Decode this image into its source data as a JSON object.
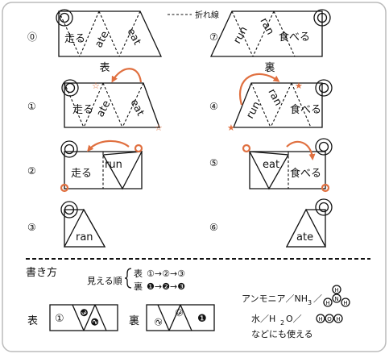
{
  "legend": {
    "fold_line": "折れ線"
  },
  "steps": {
    "s0": {
      "num": "⓪",
      "cells": [
        "走る",
        "ate",
        "eat"
      ],
      "caption": "表"
    },
    "s1": {
      "num": "①",
      "cells": [
        "走る",
        "ate",
        "eat"
      ]
    },
    "s2": {
      "num": "②",
      "cells": [
        "走る",
        "run"
      ]
    },
    "s3": {
      "num": "③",
      "cells": [
        "ran"
      ]
    },
    "s7": {
      "num": "⑦",
      "cells": [
        "run",
        "ran",
        "食べる"
      ],
      "caption": "裏"
    },
    "s4": {
      "num": "④",
      "cells": [
        "run",
        "ran",
        "食べる"
      ]
    },
    "s5": {
      "num": "⑤",
      "cells": [
        "eat",
        "食べる"
      ]
    },
    "s6": {
      "num": "⑥",
      "cells": [
        "ate"
      ]
    }
  },
  "howto": {
    "title": "書き方",
    "order_label": "見える順",
    "front_label": "表",
    "front_seq": "①→②→③",
    "back_label": "裏",
    "back_seq": "❶→❷→❸",
    "front_strip": [
      "①",
      "❸",
      "❷"
    ],
    "back_strip": [
      "②",
      "③",
      "❶"
    ],
    "note1_prefix": "アンモニア／NH",
    "note1_sub": "3",
    "note1_suffix": "／",
    "note2_prefix": "水／H",
    "note2_sub": "2",
    "note2_suffix": "O／",
    "note3": "などにも使える",
    "atom_h": "H",
    "atom_n": "N",
    "atom_o": "O"
  },
  "colors": {
    "accent": "#e07040",
    "line": "#111111",
    "frame": "#bbbbbb"
  },
  "icons": [
    "ring-icon",
    "curved-arrow-icon",
    "star-icon"
  ]
}
